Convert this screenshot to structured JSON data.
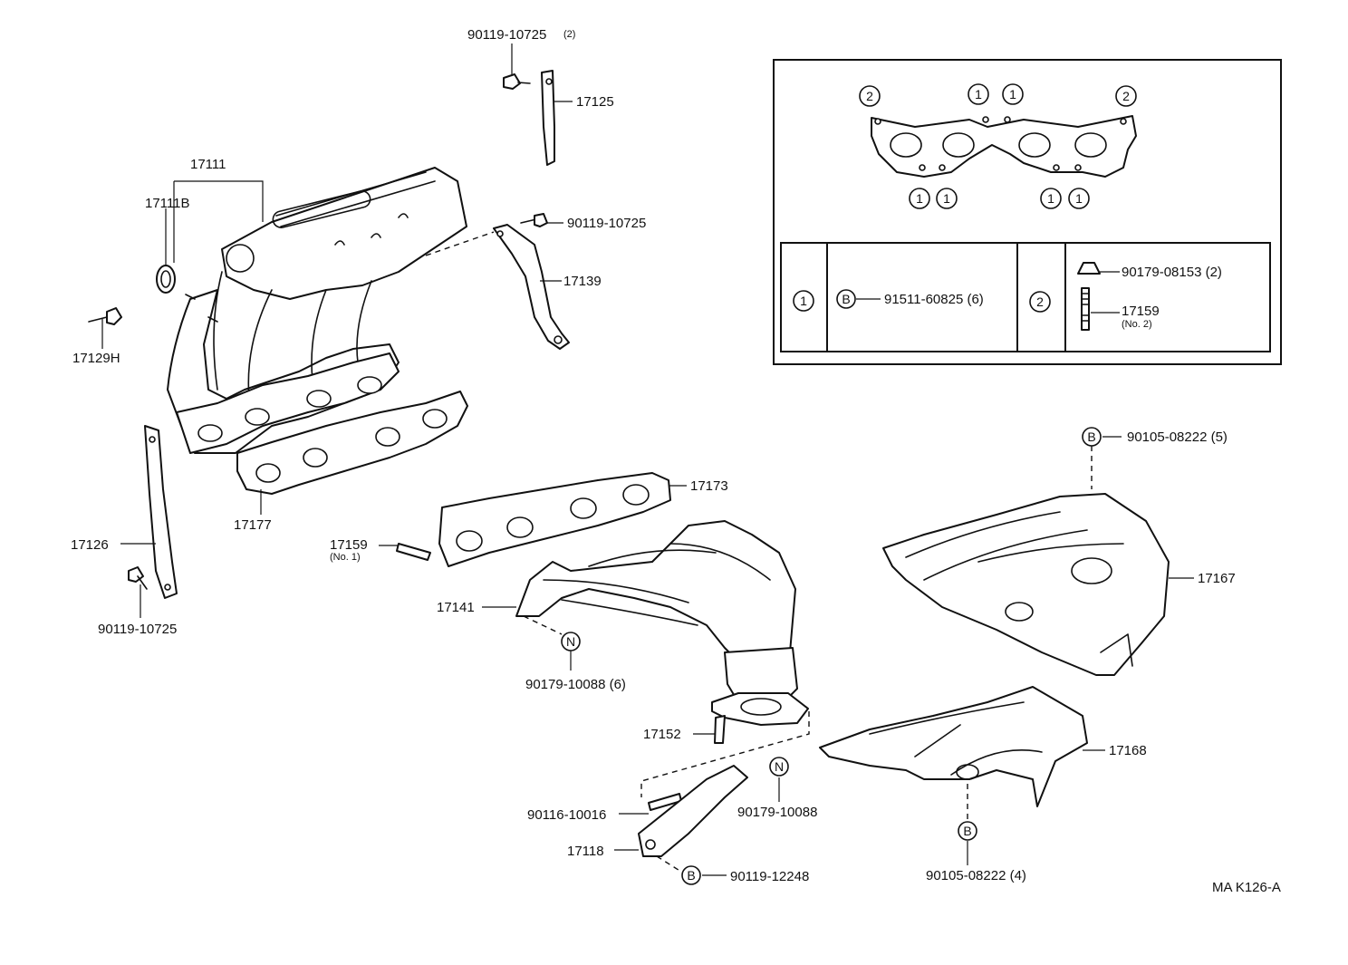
{
  "diagram_code": "MA K126-A",
  "labels": {
    "p17111": "17111",
    "p17111b": "17111B",
    "p17129h": "17129H",
    "p17126": "17126",
    "p90119_10725_a": "90119-10725",
    "p17177": "17177",
    "p90119_10725_top": "90119-10725",
    "p90119_10725_top_qty": "(2)",
    "p17125": "17125",
    "p90119_10725_b": "90119-10725",
    "p17139": "17139",
    "p17173": "17173",
    "p17159": "17159",
    "p17159_sub": "(No. 1)",
    "p17141": "17141",
    "p90179_10088_6": "90179-10088 (6)",
    "p17152": "17152",
    "p90116_10016": "90116-10016",
    "p90179_10088": "90179-10088",
    "p17118": "17118",
    "p90119_12248": "90119-12248",
    "p90105_08222_5": "90105-08222 (5)",
    "p17167": "17167",
    "p17168": "17168",
    "p90105_08222_4": "90105-08222 (4)"
  },
  "markers": {
    "one": "1",
    "two": "2",
    "b": "B",
    "n": "N"
  },
  "legend": {
    "row1_part": "91511-60825 (6)",
    "row2_part_a": "90179-08153 (2)",
    "row2_part_b": "17159",
    "row2_part_b_sub": "(No. 2)"
  }
}
